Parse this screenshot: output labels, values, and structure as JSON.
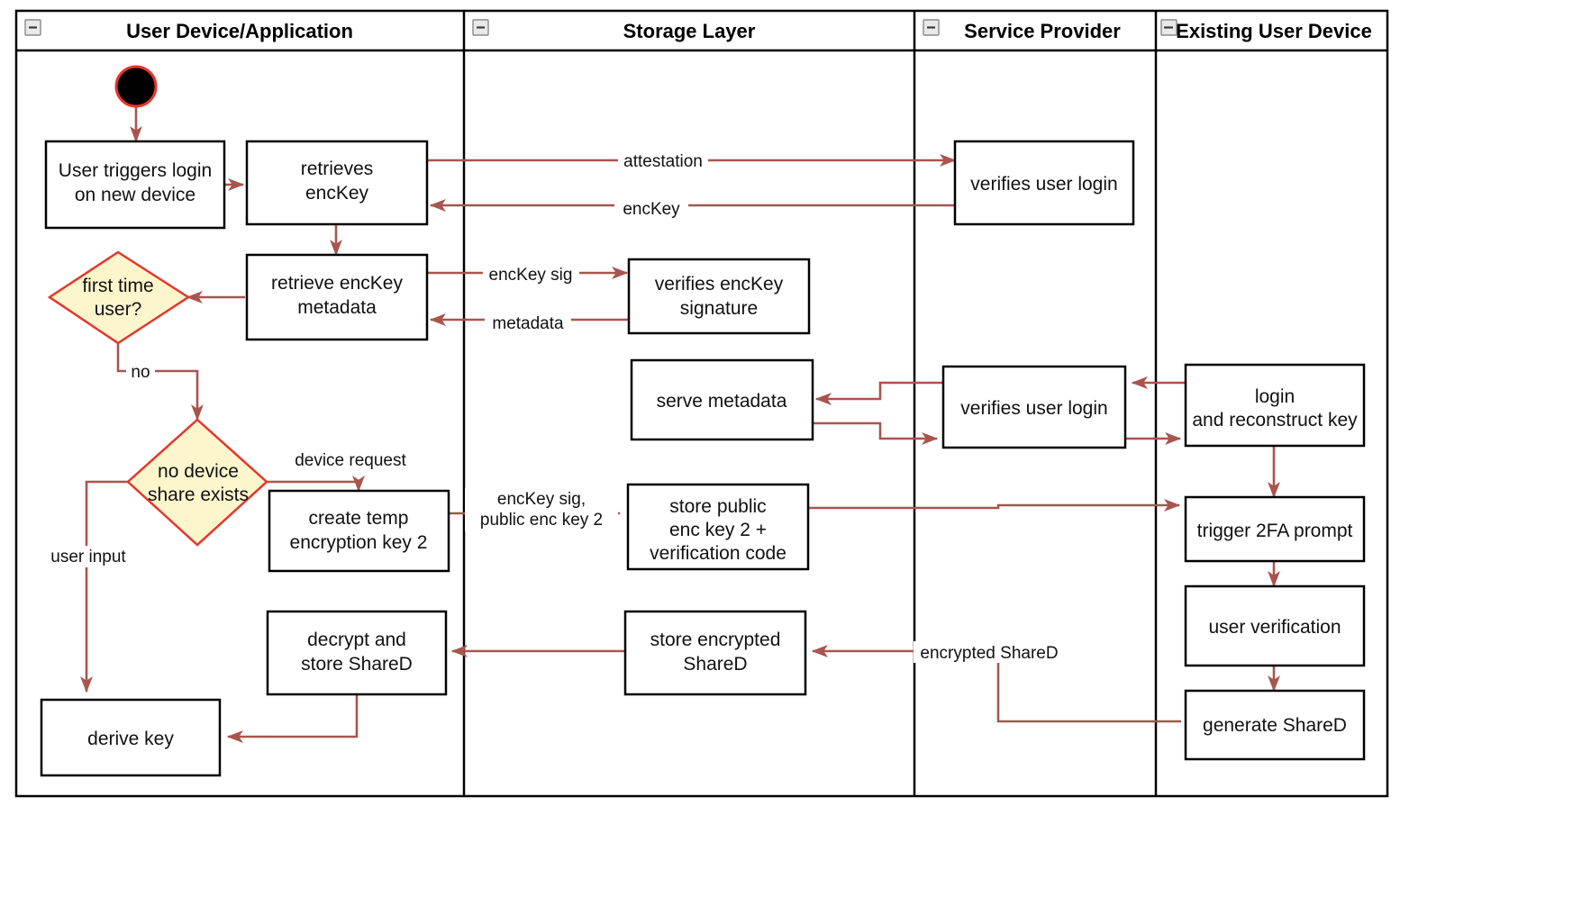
{
  "diagram": {
    "type": "uml-activity-swimlane",
    "title": "",
    "colors": {
      "edge": "#a8554e",
      "decision_fill": "#fdf6cd",
      "decision_stroke": "#e8352b",
      "node_fill": "#ffffff",
      "node_stroke": "#000000",
      "start_fill": "#000000",
      "start_ring": "#e8352b"
    },
    "lanes": [
      {
        "id": "lane-user-device",
        "label": "User Device/Application",
        "icon": "minimize-icon"
      },
      {
        "id": "lane-storage",
        "label": "Storage Layer",
        "icon": "minimize-icon"
      },
      {
        "id": "lane-service-provider",
        "label": "Service Provider",
        "icon": "minimize-icon"
      },
      {
        "id": "lane-existing-device",
        "label": "Existing User Device",
        "icon": "minimize-icon"
      }
    ],
    "nodes": [
      {
        "id": "start",
        "lane": "lane-user-device",
        "shape": "initial-node",
        "label": ""
      },
      {
        "id": "user-triggers-login",
        "lane": "lane-user-device",
        "shape": "action",
        "label": "User triggers login\non new device"
      },
      {
        "id": "retrieves-enckey",
        "lane": "lane-user-device",
        "shape": "action",
        "label": "retrieves\nencKey"
      },
      {
        "id": "retrieve-enckey-metadata",
        "lane": "lane-user-device",
        "shape": "action",
        "label": "retrieve encKey\nmetadata"
      },
      {
        "id": "first-time-user",
        "lane": "lane-user-device",
        "shape": "decision",
        "label": "first time\nuser?"
      },
      {
        "id": "no-device-share-exists",
        "lane": "lane-user-device",
        "shape": "decision",
        "label": "no device\nshare exists"
      },
      {
        "id": "create-temp-encryption-key-2",
        "lane": "lane-user-device",
        "shape": "action",
        "label": "create temp\nencryption key 2"
      },
      {
        "id": "decrypt-and-store-shared",
        "lane": "lane-user-device",
        "shape": "action",
        "label": "decrypt and\nstore ShareD"
      },
      {
        "id": "derive-key",
        "lane": "lane-user-device",
        "shape": "action",
        "label": "derive key"
      },
      {
        "id": "verifies-enckey-signature",
        "lane": "lane-storage",
        "shape": "action",
        "label": "verifies encKey\nsignature"
      },
      {
        "id": "serve-metadata",
        "lane": "lane-storage",
        "shape": "action",
        "label": "serve metadata"
      },
      {
        "id": "store-public-enc-key-2",
        "lane": "lane-storage",
        "shape": "action",
        "label": "store public\nenc key 2 +\nverification code"
      },
      {
        "id": "store-encrypted-shared",
        "lane": "lane-storage",
        "shape": "action",
        "label": "store encrypted\nShareD"
      },
      {
        "id": "verifies-user-login-1",
        "lane": "lane-service-provider",
        "shape": "action",
        "label": "verifies user login"
      },
      {
        "id": "verifies-user-login-2",
        "lane": "lane-service-provider",
        "shape": "action",
        "label": "verifies user login"
      },
      {
        "id": "login-and-reconstruct-key",
        "lane": "lane-existing-device",
        "shape": "action",
        "label": "login\nand reconstruct key"
      },
      {
        "id": "trigger-2fa-prompt",
        "lane": "lane-existing-device",
        "shape": "action",
        "label": "trigger 2FA prompt"
      },
      {
        "id": "user-verification",
        "lane": "lane-existing-device",
        "shape": "action",
        "label": "user verification"
      },
      {
        "id": "generate-shared",
        "lane": "lane-existing-device",
        "shape": "action",
        "label": "generate ShareD"
      }
    ],
    "edges": [
      {
        "id": "e-start-login",
        "from": "start",
        "to": "user-triggers-login",
        "label": ""
      },
      {
        "id": "e-login-retrieves",
        "from": "user-triggers-login",
        "to": "retrieves-enckey",
        "label": ""
      },
      {
        "id": "e-attestation",
        "from": "retrieves-enckey",
        "to": "verifies-user-login-1",
        "label": "attestation"
      },
      {
        "id": "e-enckey",
        "from": "verifies-user-login-1",
        "to": "retrieves-enckey",
        "label": "encKey"
      },
      {
        "id": "e-retrieves-metadata",
        "from": "retrieves-enckey",
        "to": "retrieve-enckey-metadata",
        "label": ""
      },
      {
        "id": "e-enckey-sig",
        "from": "retrieve-enckey-metadata",
        "to": "verifies-enckey-signature",
        "label": "encKey sig"
      },
      {
        "id": "e-metadata",
        "from": "verifies-enckey-signature",
        "to": "retrieve-enckey-metadata",
        "label": "metadata"
      },
      {
        "id": "e-metadata-first-time",
        "from": "retrieve-enckey-metadata",
        "to": "first-time-user",
        "label": ""
      },
      {
        "id": "e-no",
        "from": "first-time-user",
        "to": "no-device-share-exists",
        "label": "no"
      },
      {
        "id": "e-device-request",
        "from": "no-device-share-exists",
        "to": "create-temp-encryption-key-2",
        "label": "device request"
      },
      {
        "id": "e-user-input",
        "from": "no-device-share-exists",
        "to": "derive-key",
        "label": "user input"
      },
      {
        "id": "e-enckey-sig-pubkey",
        "from": "create-temp-encryption-key-2",
        "to": "store-public-enc-key-2",
        "label": "encKey sig,\npublic enc key 2"
      },
      {
        "id": "e-existing-to-sp",
        "from": "login-and-reconstruct-key",
        "to": "verifies-user-login-2",
        "label": ""
      },
      {
        "id": "e-sp-to-serve-metadata",
        "from": "verifies-user-login-2",
        "to": "serve-metadata",
        "label": ""
      },
      {
        "id": "e-serve-metadata-to-sp",
        "from": "serve-metadata",
        "to": "verifies-user-login-2",
        "label": ""
      },
      {
        "id": "e-sp-to-existing",
        "from": "verifies-user-login-2",
        "to": "login-and-reconstruct-key",
        "label": ""
      },
      {
        "id": "e-login-to-2fa",
        "from": "login-and-reconstruct-key",
        "to": "trigger-2fa-prompt",
        "label": ""
      },
      {
        "id": "e-store-pub-to-2fa",
        "from": "store-public-enc-key-2",
        "to": "trigger-2fa-prompt",
        "label": ""
      },
      {
        "id": "e-2fa-to-verification",
        "from": "trigger-2fa-prompt",
        "to": "user-verification",
        "label": ""
      },
      {
        "id": "e-verification-to-generate",
        "from": "user-verification",
        "to": "generate-shared",
        "label": ""
      },
      {
        "id": "e-encrypted-shared",
        "from": "generate-shared",
        "to": "store-encrypted-shared",
        "label": "encrypted ShareD"
      },
      {
        "id": "e-store-to-decrypt",
        "from": "store-encrypted-shared",
        "to": "decrypt-and-store-shared",
        "label": ""
      },
      {
        "id": "e-decrypt-to-derive",
        "from": "decrypt-and-store-shared",
        "to": "derive-key",
        "label": ""
      }
    ]
  }
}
